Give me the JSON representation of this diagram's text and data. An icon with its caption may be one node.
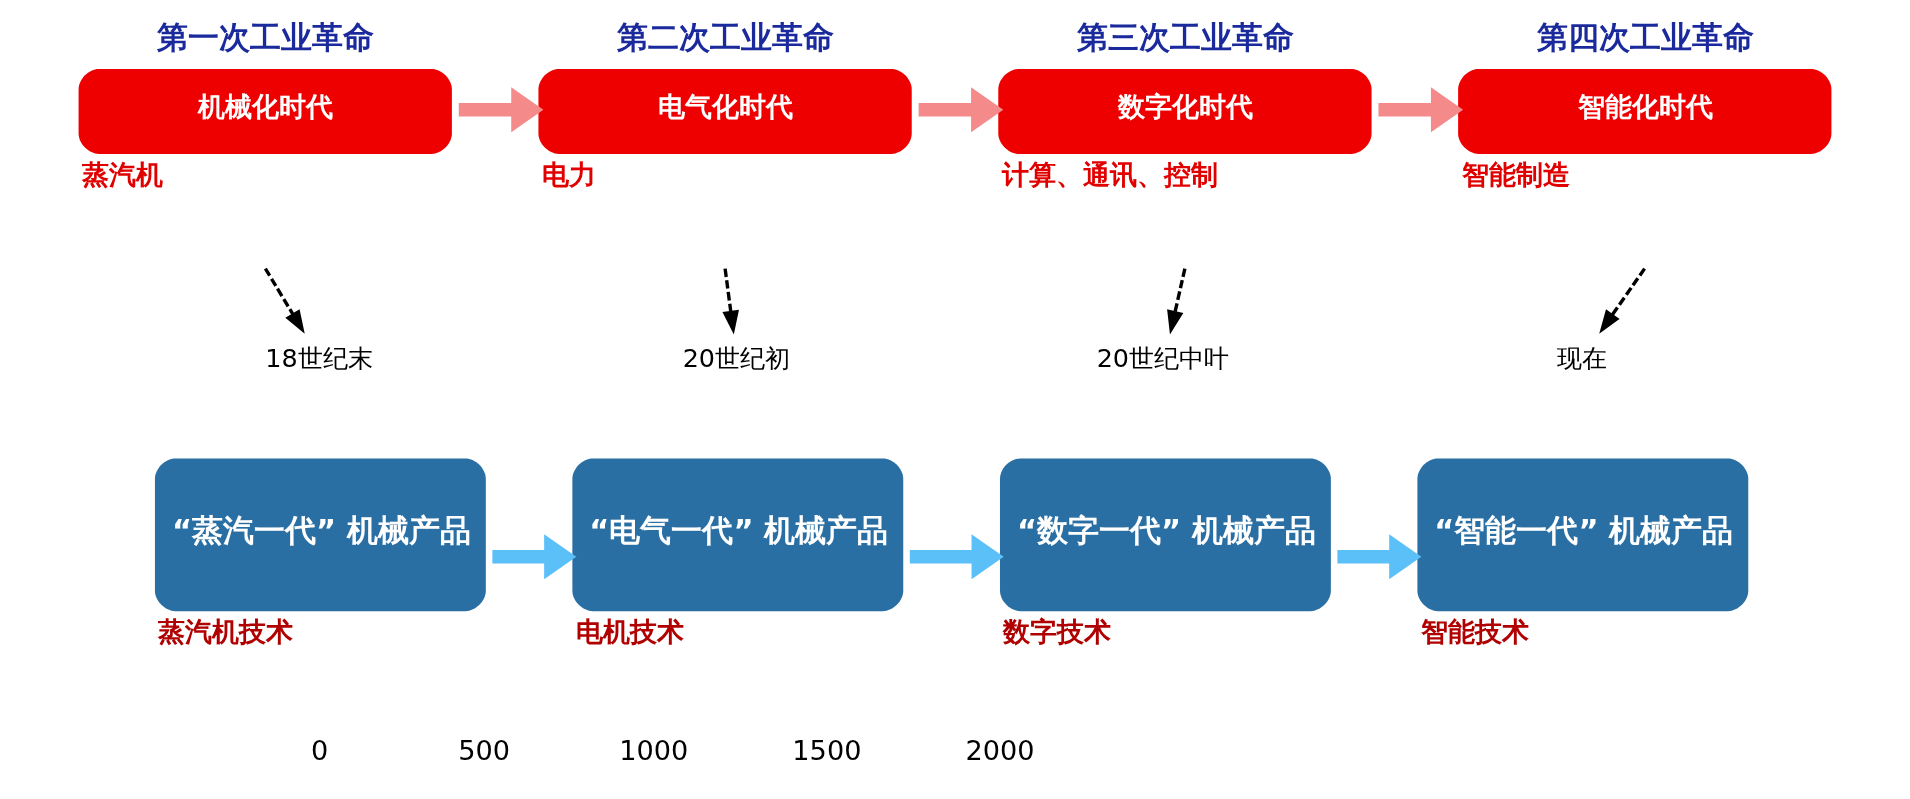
{
  "diagram": {
    "nodes": [
      {
        "text": [
          "第一次工业革命",
          "机械化时代"
        ],
        "beside": [
          "蒸汽机"
        ]
      },
      {
        "text": [
          "第二次工业革命",
          "电气化时代"
        ],
        "beside": [
          "电力"
        ]
      },
      {
        "text": [
          "第三次工业革命",
          "数字化时代"
        ],
        "beside": [
          "计算、通讯、控制"
        ]
      },
      {
        "text": [
          "第四次工业革命",
          "智能化时代"
        ],
        "beside": [
          "智能制造"
        ]
      },
      {
        "text": [
          "18世纪末"
        ]
      },
      {
        "text": [
          "20世纪初"
        ]
      },
      {
        "text": [
          "20世纪中叶"
        ]
      },
      {
        "text": [
          "现在"
        ]
      },
      {
        "text": [
          "“蒸汽一代” 机械产品"
        ],
        "beside": [
          "蒸汽机技术"
        ]
      },
      {
        "text": [
          "“电气一代” 机械产品"
        ],
        "beside": [
          "电机技术"
        ]
      },
      {
        "text": [
          "“数字一代” 机械产品"
        ],
        "beside": [
          "数字技术"
        ]
      },
      {
        "text": [
          "“智能一代” 机械产品"
        ],
        "beside": [
          "智能技术"
        ]
      }
    ],
    "edges": [
      {
        "from": 0,
        "to": 1,
        "arrow": "to",
        "color": "#f48a8a"
      },
      {
        "from": 1,
        "to": 2,
        "arrow": "to",
        "color": "#f48a8a"
      },
      {
        "from": 2,
        "to": 3,
        "arrow": "to",
        "color": "#f48a8a"
      },
      {
        "from": null,
        "to": 4,
        "arrow": "to",
        "style": "dashed"
      },
      {
        "from": null,
        "to": 5,
        "arrow": "to",
        "style": "dashed"
      },
      {
        "from": null,
        "to": 6,
        "arrow": "to",
        "style": "dashed"
      },
      {
        "from": null,
        "to": 7,
        "arrow": "to",
        "style": "dashed"
      },
      {
        "from": 8,
        "to": 9,
        "arrow": "to",
        "color": "#5bc0f8"
      },
      {
        "from": 9,
        "to": 10,
        "arrow": "to",
        "color": "#5bc0f8"
      },
      {
        "from": 10,
        "to": 11,
        "arrow": "to",
        "color": "#5bc0f8"
      }
    ],
    "labels": [
      "0",
      "500",
      "1000",
      "1500",
      "2000"
    ]
  }
}
